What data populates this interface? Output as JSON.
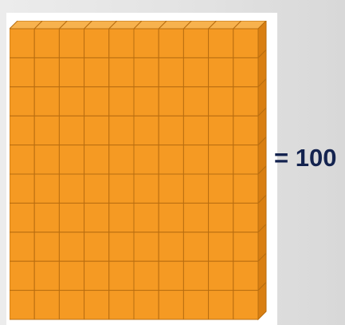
{
  "block": {
    "columns": 10,
    "rows": 10,
    "face_color": "#f59a23",
    "top_color": "#f7b24e",
    "side_color": "#d97f12",
    "line_color": "#b86d10"
  },
  "equation": {
    "text": "= 100"
  }
}
